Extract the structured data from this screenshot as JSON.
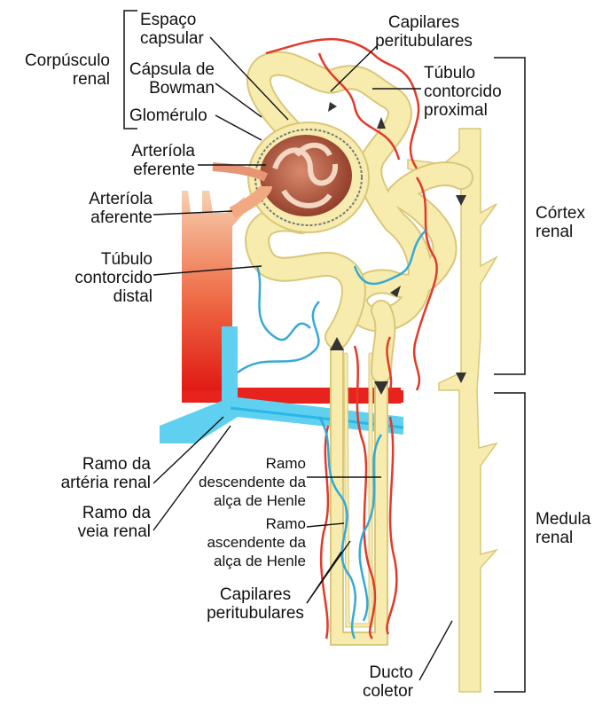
{
  "labels": {
    "corpusculo": "Corpúsculo\nrenal",
    "espaco": "Espaço\ncapsular",
    "capsula": "Cápsula de\nBowman",
    "glomerulo": "Glomérulo",
    "eferente": "Arteríola\neferente",
    "aferente": "Arteríola\naferente",
    "distal": "Túbulo\ncontorcido\ndistal",
    "cap_top": "Capilares\nperitubulares",
    "proximal": "Túbulo\ncontorcido\nproximal",
    "cortex": "Córtex\nrenal",
    "medula": "Medula\nrenal",
    "ramo_arteria": "Ramo da\nartéria renal",
    "ramo_veia": "Ramo da\nveia renal",
    "descendente": "Ramo\ndescendente da\nalça de Henle",
    "ascendente": "Ramo\nascendente da\nalça de Henle",
    "cap_bottom": "Capilares\nperitubulares",
    "ducto": "Ducto\ncoletor"
  },
  "colors": {
    "tubule": "#f7ecae",
    "tubule_edge": "#d9c77a",
    "artery": "#e8231d",
    "vein": "#29b8e6",
    "capillary_red": "#e23a2a",
    "capillary_blue": "#35a9d6",
    "glomerulus": "#b2553e",
    "line": "#111111"
  }
}
